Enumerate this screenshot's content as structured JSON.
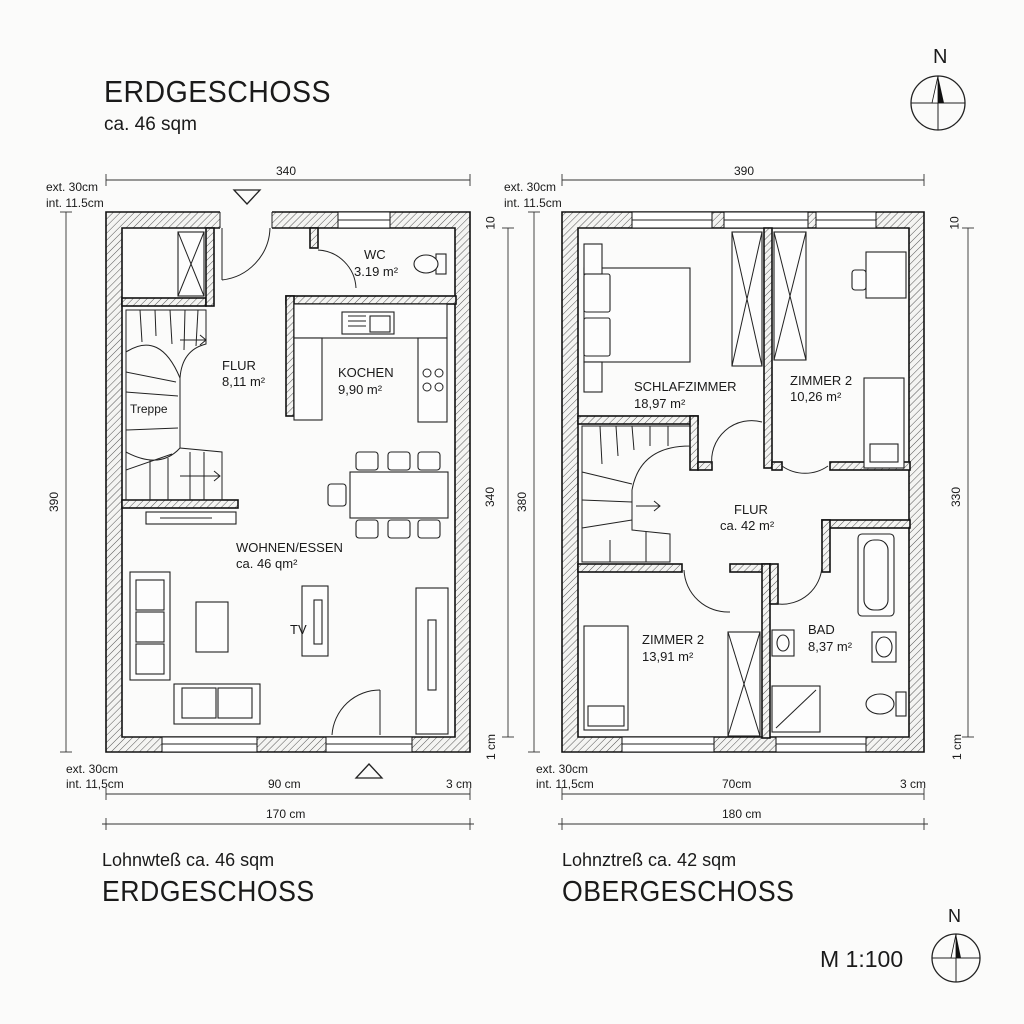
{
  "header": {
    "title": "ERDGESCHOSS",
    "area": "ca. 46 sqm",
    "north": "N"
  },
  "ground": {
    "top_dim": "340",
    "left_dim": "390",
    "right_dim": "340",
    "right_small_top": "10",
    "right_small_bottom": "1 cm",
    "ext_top": "ext. 30cm",
    "int_top": "int. 11.5cm",
    "ext_bottom": "ext. 30cm",
    "int_bottom": "int. 11,5cm",
    "bottom_dim_1": "90 cm",
    "bottom_dim_2": "3 cm",
    "bottom_dim_total": "170 cm",
    "rooms": {
      "wc": {
        "name": "WC",
        "area": "3.19 m²"
      },
      "flur": {
        "name": "FLUR",
        "area": "8,11 m²"
      },
      "kochen": {
        "name": "KOCHEN",
        "area": "9,90 m²"
      },
      "treppe": {
        "name": "Treppe"
      },
      "wohnen": {
        "name": "WOHNEN/ESSEN",
        "area": "ca. 46 qm²"
      },
      "tv": {
        "name": "TV"
      }
    },
    "footer_area": "Lohnwteß ca. 46 sqm",
    "footer_title": "ERDGESCHOSS"
  },
  "upper": {
    "top_dim": "390",
    "left_dim": "380",
    "right_dim": "330",
    "right_small_top": "10",
    "right_small_bottom": "1 cm",
    "ext_top": "ext. 30cm",
    "int_top": "int. 11.5cm",
    "ext_bottom": "ext. 30cm",
    "int_bottom": "int. 11,5cm",
    "bottom_dim_1": "70cm",
    "bottom_dim_2": "3 cm",
    "bottom_dim_total": "180 cm",
    "rooms": {
      "schlaf": {
        "name": "SCHLAFZIMMER",
        "area": "18,97 m²"
      },
      "zimmer2a": {
        "name": "ZIMMER 2",
        "area": "10,26 m²"
      },
      "flur": {
        "name": "FLUR",
        "area": "ca. 42 m²"
      },
      "zimmer2b": {
        "name": "ZIMMER 2",
        "area": "13,91 m²"
      },
      "bad": {
        "name": "BAD",
        "area": "8,37 m²"
      }
    },
    "footer_area": "Lohnztreß ca. 42 sqm",
    "footer_title": "OBERGESCHOSS"
  },
  "scale_label": "M 1:100",
  "north_bottom": "N"
}
